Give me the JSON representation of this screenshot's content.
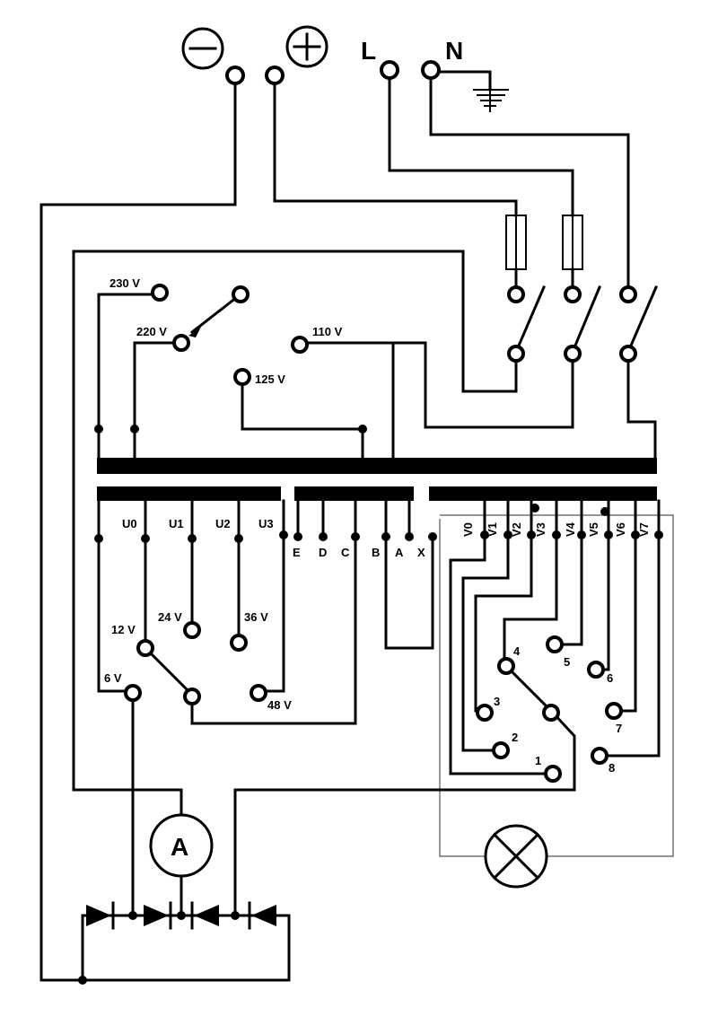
{
  "supply": {
    "minus": "−",
    "plus": "+",
    "line": "L",
    "neutral": "N"
  },
  "primary_taps": {
    "v230": "230 V",
    "v220": "220 V",
    "v125": "125 V",
    "v110": "110 V"
  },
  "secondary_taps": {
    "u0": "U0",
    "u1": "U1",
    "u2": "U2",
    "u3": "U3"
  },
  "low_voltages": {
    "v6": "6 V",
    "v12": "12 V",
    "v24": "24 V",
    "v36": "36 V",
    "v48": "48 V"
  },
  "middle_taps": {
    "e": "E",
    "d": "D",
    "c": "C",
    "b": "B",
    "a": "A",
    "x": "X"
  },
  "lamp_taps": {
    "v0": "V0",
    "v1": "V1",
    "v2": "V2",
    "v3": "V3",
    "v4": "V4",
    "v5": "V5",
    "v6": "V6",
    "v7": "V7"
  },
  "selector_positions": {
    "p1": "1",
    "p2": "2",
    "p3": "3",
    "p4": "4",
    "p5": "5",
    "p6": "6",
    "p7": "7",
    "p8": "8"
  },
  "ammeter": {
    "label": "A"
  }
}
